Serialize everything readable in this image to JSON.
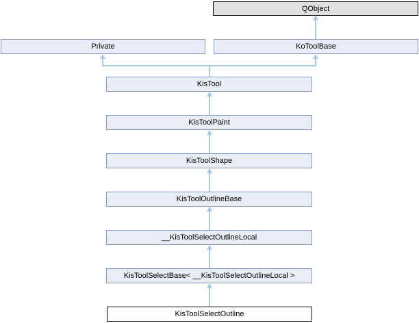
{
  "diagram_type": "class-inheritance-graph",
  "nodes": [
    {
      "label": "QObject",
      "style": "external"
    },
    {
      "label": "Private",
      "style": "linked"
    },
    {
      "label": "KoToolBase",
      "style": "linked"
    },
    {
      "label": "KisTool",
      "style": "linked"
    },
    {
      "label": "KisToolPaint",
      "style": "linked"
    },
    {
      "label": "KisToolShape",
      "style": "linked"
    },
    {
      "label": "KisToolOutlineBase",
      "style": "linked"
    },
    {
      "label": "__KisToolSelectOutlineLocal",
      "style": "linked"
    },
    {
      "label": "KisToolSelectBase< __KisToolSelectOutlineLocal >",
      "style": "linked"
    },
    {
      "label": "KisToolSelectOutline",
      "style": "current"
    }
  ],
  "edges": [
    {
      "from": "KoToolBase",
      "to": "QObject"
    },
    {
      "from": "KisTool",
      "to": "Private"
    },
    {
      "from": "KisTool",
      "to": "KoToolBase"
    },
    {
      "from": "KisToolPaint",
      "to": "KisTool"
    },
    {
      "from": "KisToolShape",
      "to": "KisToolPaint"
    },
    {
      "from": "KisToolOutlineBase",
      "to": "KisToolShape"
    },
    {
      "from": "__KisToolSelectOutlineLocal",
      "to": "KisToolOutlineBase"
    },
    {
      "from": "KisToolSelectBase< __KisToolSelectOutlineLocal >",
      "to": "__KisToolSelectOutlineLocal"
    },
    {
      "from": "KisToolSelectOutline",
      "to": "KisToolSelectBase< __KisToolSelectOutlineLocal >"
    }
  ],
  "colors": {
    "background": "#ffffff",
    "text": "#000000",
    "edge": "#a3c9e5",
    "node-fill": "#e8edf8",
    "node-border": "#8596c6",
    "external-fill": "#e0e0e0",
    "external-border": "#000000",
    "current-fill": "#ffffff",
    "current-border": "#000000"
  }
}
